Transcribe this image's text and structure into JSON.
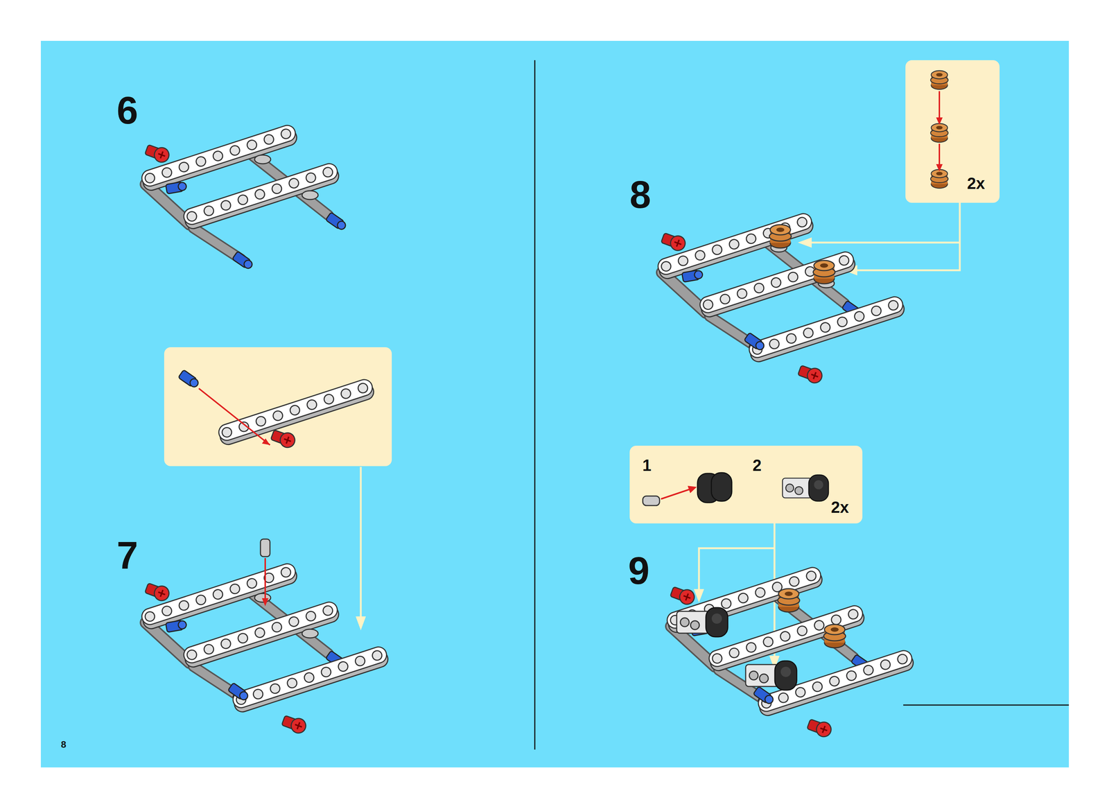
{
  "diagram": {
    "nodes": [
      {
        "text": [
          "2x"
        ]
      },
      {
        "text": [
          "1",
          "2",
          "2x"
        ]
      }
    ],
    "labels": [
      "6",
      "7",
      "8",
      "9",
      "8"
    ]
  }
}
